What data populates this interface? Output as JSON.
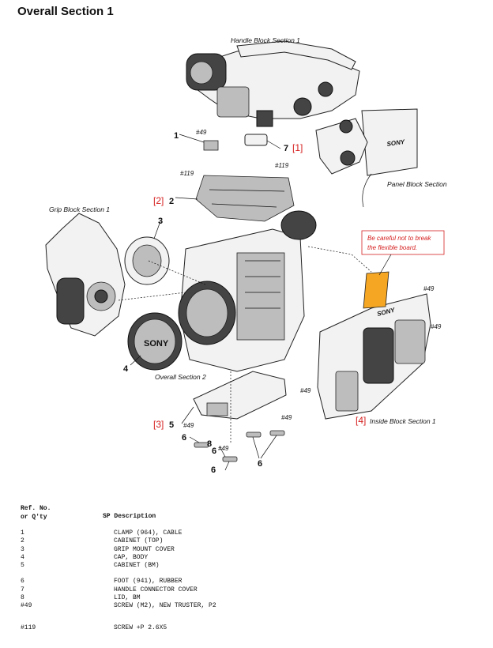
{
  "title": "Overall Section 1",
  "diagram": {
    "block_labels": {
      "handle": "Handle Block Section 1",
      "panel": "Panel Block Section",
      "grip": "Grip Block Section 1",
      "overall2": "Overall Section 2",
      "inside": "Inside Block Section 1"
    },
    "warning": [
      "Be careful not to break",
      "the flexible board."
    ],
    "ref_numbers": [
      "1",
      "2",
      "3",
      "4",
      "5",
      "6",
      "6",
      "6",
      "6",
      "7",
      "8"
    ],
    "red_refs": [
      "[1]",
      "[2]",
      "[3]",
      "[4]"
    ],
    "screws": [
      "#49",
      "#119",
      "#119",
      "#49",
      "#49",
      "#49",
      "#49",
      "#49",
      "#49"
    ],
    "brand": "SONY"
  },
  "table": {
    "header_ref_1": "Ref. No.",
    "header_ref_2": "or Q'ty",
    "header_desc": "SP Description",
    "group1": [
      {
        "ref": "1",
        "desc": "CLAMP (964), CABLE"
      },
      {
        "ref": "2",
        "desc": "CABINET (TOP)"
      },
      {
        "ref": "3",
        "desc": "GRIP MOUNT COVER"
      },
      {
        "ref": "4",
        "desc": "CAP, BODY"
      },
      {
        "ref": "5",
        "desc": "CABINET (BM)"
      }
    ],
    "group2": [
      {
        "ref": "6",
        "desc": "FOOT (941), RUBBER"
      },
      {
        "ref": "7",
        "desc": "HANDLE CONNECTOR COVER"
      },
      {
        "ref": "8",
        "desc": "LID, BM"
      },
      {
        "ref": "#49",
        "desc": "SCREW (M2), NEW TRUSTER, P2"
      }
    ],
    "group3": [
      {
        "ref": "#119",
        "desc": "SCREW +P 2.6X5"
      }
    ]
  }
}
